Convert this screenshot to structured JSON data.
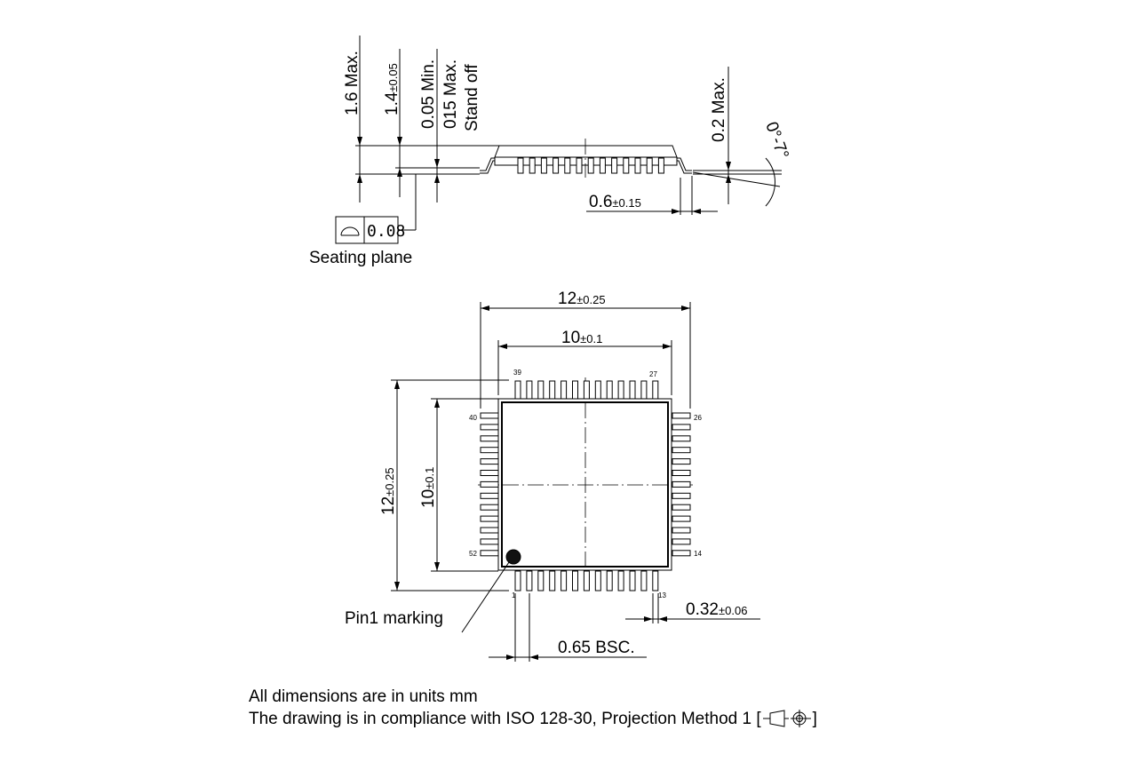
{
  "side_view": {
    "dim_height_max": "1.6 Max.",
    "dim_body_value": "1.4",
    "dim_body_tol": "±0.05",
    "dim_standoff_min": "0.05 Min.",
    "dim_standoff_max": "015 Max.",
    "dim_standoff_label": "Stand off",
    "dim_lead_max": "0.2 Max.",
    "dim_angle": "0°-7°",
    "dim_foot_value": "0.6",
    "dim_foot_tol": "±0.15",
    "flatness_value": "0.08",
    "flatness_symbol": "flatness-icon",
    "seating_plane": "Seating plane"
  },
  "top_view": {
    "overall_width_value": "12",
    "overall_width_tol": "±0.25",
    "body_width_value": "10",
    "body_width_tol": "±0.1",
    "overall_height_value": "12",
    "overall_height_tol": "±0.25",
    "body_height_value": "10",
    "body_height_tol": "±0.1",
    "pin_labels": {
      "p1": "1",
      "p13": "13",
      "p14": "14",
      "p26": "26",
      "p27": "27",
      "p39": "39",
      "p40": "40",
      "p52": "52"
    },
    "pins_per_side": 13,
    "lead_width_value": "0.32",
    "lead_width_tol": "±0.06",
    "pitch": "0.65 BSC.",
    "pin1_marking": "Pin1 marking"
  },
  "notes": {
    "line1": "All dimensions are in units mm",
    "line2_prefix": "The drawing is in compliance with ISO 128-30, Projection Method 1 [",
    "line2_suffix": "]",
    "projection_symbol": "first-angle-projection-icon"
  }
}
